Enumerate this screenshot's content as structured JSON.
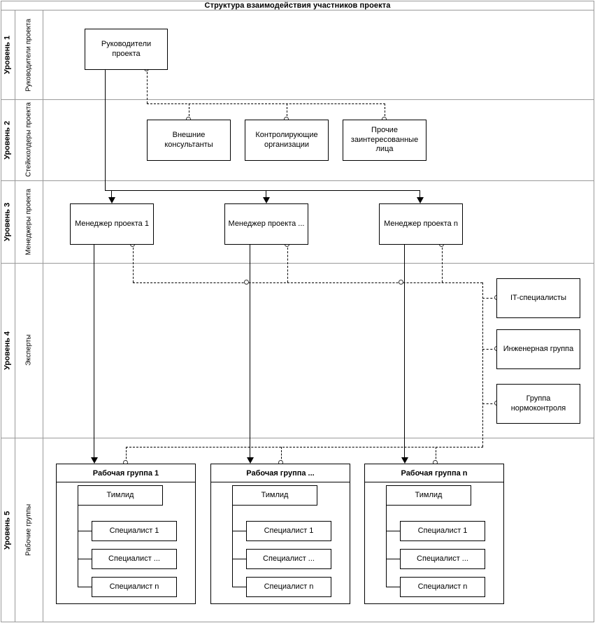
{
  "title": "Структура взаимодействия участников проекта",
  "levels": [
    {
      "level_label": "Уровень 1",
      "role_label": "Руководители проекта"
    },
    {
      "level_label": "Уровень 2",
      "role_label": "Стейкхолдеры проекта"
    },
    {
      "level_label": "Уровень 3",
      "role_label": "Менеджеры проекта"
    },
    {
      "level_label": "Уровень 4",
      "role_label": "Эксперты"
    },
    {
      "level_label": "Уровень 5",
      "role_label": "Рабочие группы"
    }
  ],
  "level1": {
    "nodes": [
      {
        "label": "Руководители проекта"
      }
    ]
  },
  "level2": {
    "nodes": [
      {
        "label": "Внешние консультанты"
      },
      {
        "label": "Контролирующие организации"
      },
      {
        "label": "Прочие заинтересованные лица"
      }
    ]
  },
  "level3": {
    "nodes": [
      {
        "label": "Менеджер проекта 1"
      },
      {
        "label": "Менеджер проекта ..."
      },
      {
        "label": "Менеджер проекта n"
      }
    ]
  },
  "level4": {
    "nodes": [
      {
        "label": "IT-специалисты"
      },
      {
        "label": "Инженерная группа"
      },
      {
        "label": "Группа нормоконтроля"
      }
    ]
  },
  "level5": {
    "groups": [
      {
        "header": "Рабочая группа 1",
        "lead": "Тимлид",
        "members": [
          "Специалист 1",
          "Специалист ...",
          "Специалист n"
        ]
      },
      {
        "header": "Рабочая группа ...",
        "lead": "Тимлид",
        "members": [
          "Специалист 1",
          "Специалист ...",
          "Специалист n"
        ]
      },
      {
        "header": "Рабочая группа n",
        "lead": "Тимлид",
        "members": [
          "Специалист 1",
          "Специалист ...",
          "Специалист n"
        ]
      }
    ]
  },
  "colors": {
    "grid": "#9a9a9a",
    "node_border": "#000000",
    "connector": "#000000",
    "background": "#ffffff"
  }
}
